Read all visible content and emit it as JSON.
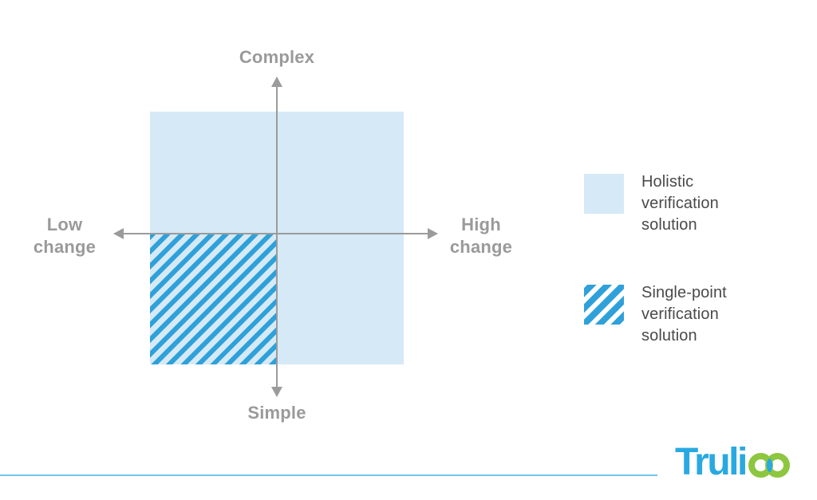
{
  "quadrant_chart": {
    "axis": {
      "top": "Complex",
      "bottom": "Simple",
      "left": [
        "Low",
        "change"
      ],
      "right": [
        "High",
        "change"
      ]
    },
    "colors": {
      "axis_gray": "#9b9b9b",
      "label_gray": "#9a9a9a",
      "holistic_fill": "#d5eaf6",
      "stripe_blue": "#2fa1da"
    }
  },
  "legend": {
    "items": [
      {
        "swatch": "holistic-solid-square",
        "label": "Holistic verification solution"
      },
      {
        "swatch": "single-point-striped-square",
        "label": "Single-point verification solution"
      }
    ],
    "text_color": "#4a4a4a"
  },
  "footer": {
    "divider_color": "#74c6e9",
    "logo": {
      "word_blue": "Truli",
      "word_green": "oo",
      "blue": "#29a9e1",
      "green": "#8dc63f"
    }
  }
}
